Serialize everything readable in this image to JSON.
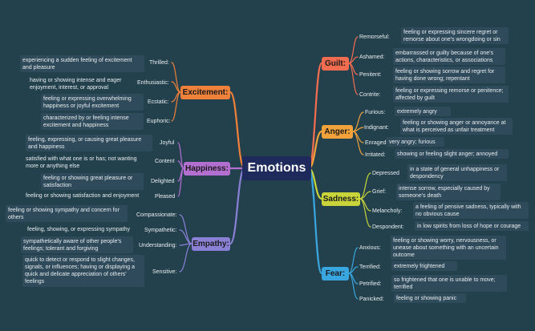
{
  "center": "Emotions",
  "branches": {
    "excitement": {
      "title": "Excitement:",
      "color": "#f0813a",
      "items": [
        {
          "term": "Thrilled:",
          "desc": "experiencing a sudden feeling of excitement and pleasure"
        },
        {
          "term": "Enthusiastic:",
          "desc": "having or showing intense and eager enjoyment, interest, or approval"
        },
        {
          "term": "Ecstatic:",
          "desc": "feeling or expressing overwhelming happiness or joyful excitement"
        },
        {
          "term": "Euphoric:",
          "desc": "characterized by or feeling intense excitement and happiness"
        }
      ]
    },
    "happiness": {
      "title": "Happiness:",
      "color": "#b36fd0",
      "items": [
        {
          "term": "Joyful",
          "desc": "feeling, expressing, or causing great pleasure and happiness"
        },
        {
          "term": "Content",
          "desc": "satisfied with what one is or has; not wanting more or anything else"
        },
        {
          "term": "Delighted",
          "desc": "feeling or showing great pleasure or satisfaction"
        },
        {
          "term": "Pleased",
          "desc": "feeling or showing satisfaction and enjoyment"
        }
      ]
    },
    "empathy": {
      "title": "Empathy:",
      "color": "#8a80d6",
      "items": [
        {
          "term": "Compassionate:",
          "desc": "feeling or showing sympathy and concern for others"
        },
        {
          "term": "Sympathetic:",
          "desc": "feeling, showing, or expressing sympathy"
        },
        {
          "term": "Understanding:",
          "desc": "sympathetically aware of other people's feelings; tolerant and forgiving"
        },
        {
          "term": "Sensitive:",
          "desc": "quick to detect or respond to slight changes, signals, or influences; having or displaying a quick and delicate appreciation of others' feelings"
        }
      ]
    },
    "guilt": {
      "title": "Guilt:",
      "color": "#f26d4f",
      "items": [
        {
          "term": "Remorseful:",
          "desc": "feeling or expressing sincere regret or remorse about one's wrongdoing or sin"
        },
        {
          "term": "Ashamed:",
          "desc": "embarrassed or guilty because of one's actions, characteristics, or associations"
        },
        {
          "term": "Penitent:",
          "desc": "feeling or showing sorrow and regret for having done wrong; repentant"
        },
        {
          "term": "Contrite:",
          "desc": "feeling or expressing remorse or penitence; affected by guilt"
        }
      ]
    },
    "anger": {
      "title": "Anger:",
      "color": "#f2a23a",
      "items": [
        {
          "term": "Furious:",
          "desc": "extremely angry"
        },
        {
          "term": "Indignant:",
          "desc": "feeling or showing anger or annoyance at what is perceived as unfair treatment"
        },
        {
          "term": "Enraged:",
          "desc": "very angry; furious"
        },
        {
          "term": "Irritated:",
          "desc": "showing or feeling slight anger; annoyed"
        }
      ]
    },
    "sadness": {
      "title": "Sadness:",
      "color": "#c8d43a",
      "items": [
        {
          "term": "Depressed",
          "desc": "in a state of general unhappiness or despondency"
        },
        {
          "term": "Grief:",
          "desc": "intense sorrow, especially caused by someone's death"
        },
        {
          "term": "Melancholy:",
          "desc": "a feeling of pensive sadness, typically with no obvious cause"
        },
        {
          "term": "Despondent:",
          "desc": "in low spirits from loss of hope or courage"
        }
      ]
    },
    "fear": {
      "title": "Fear:",
      "color": "#3aa6e0",
      "items": [
        {
          "term": "Anxious:",
          "desc": "feeling or showing worry, nervousness, or unease about something with an uncertain outcome"
        },
        {
          "term": "Terrified:",
          "desc": "extremely frightened"
        },
        {
          "term": "Petrified:",
          "desc": "so frightened that one is unable to move; terrified"
        },
        {
          "term": "Panicked:",
          "desc": "feeling or showing panic"
        }
      ]
    }
  }
}
